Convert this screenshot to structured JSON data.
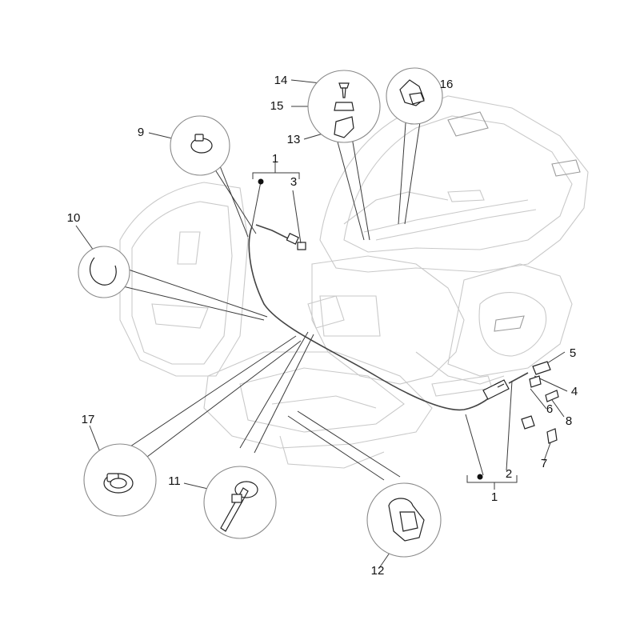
{
  "labels": {
    "p1_top": "1",
    "p1_bottom": "1",
    "p2": "2",
    "p3": "3",
    "p4": "4",
    "p5": "5",
    "p6": "6",
    "p7": "7",
    "p8": "8",
    "p9": "9",
    "p10": "10",
    "p11": "11",
    "p12": "12",
    "p13": "13",
    "p14": "14",
    "p15": "15",
    "p16": "16",
    "p17": "17"
  },
  "colors": {
    "line": "#222222",
    "ghost": "#c9c9c9",
    "leader": "#3a3a3a"
  }
}
